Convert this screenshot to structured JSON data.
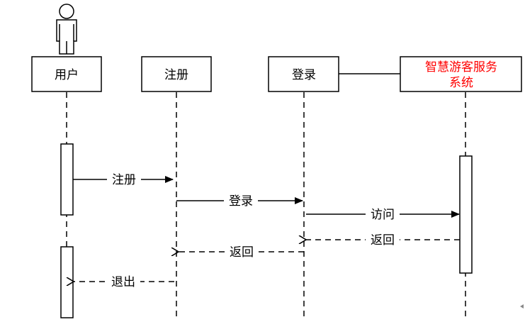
{
  "participants": [
    {
      "id": "user",
      "label": "用户",
      "has_actor_icon": true
    },
    {
      "id": "register",
      "label": "注册"
    },
    {
      "id": "login",
      "label": "登录"
    },
    {
      "id": "system",
      "label_line1": "智慧游客服务",
      "label_line2": "系统",
      "label_color": "#ff0000"
    }
  ],
  "messages": [
    {
      "id": "msg-register",
      "label": "注册",
      "from": "user",
      "to": "register",
      "style": "solid"
    },
    {
      "id": "msg-login",
      "label": "登录",
      "from": "register",
      "to": "login",
      "style": "solid"
    },
    {
      "id": "msg-access",
      "label": "访问",
      "from": "login",
      "to": "system",
      "style": "solid"
    },
    {
      "id": "msg-return-1",
      "label": "返回",
      "from": "system",
      "to": "login",
      "style": "dashed"
    },
    {
      "id": "msg-return-2",
      "label": "返回",
      "from": "login",
      "to": "register",
      "style": "dashed"
    },
    {
      "id": "msg-exit",
      "label": "退出",
      "from": "register",
      "to": "user",
      "style": "dashed"
    }
  ],
  "colors": {
    "line": "#000000",
    "system_label": "#ff0000",
    "background": "#ffffff"
  }
}
